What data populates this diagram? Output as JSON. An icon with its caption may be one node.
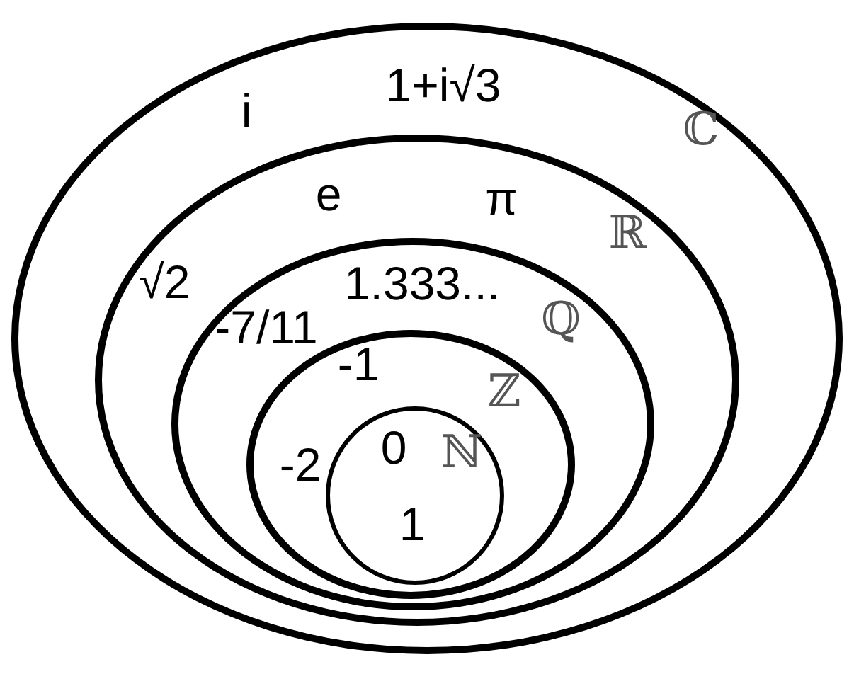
{
  "diagram": {
    "nodes": [
      {
        "text": [
          "1+i√3",
          "i",
          "ℂ"
        ]
      },
      {
        "text": [
          "e",
          "π",
          "ℝ",
          "√2"
        ],
        "in": 0
      },
      {
        "text": [
          "1.333...",
          "-7/11",
          "ℚ"
        ],
        "in": 1
      },
      {
        "text": [
          "-1",
          "ℤ",
          "-2"
        ],
        "in": 2
      },
      {
        "text": [
          "0",
          "ℕ",
          "1"
        ],
        "in": 3
      }
    ]
  }
}
